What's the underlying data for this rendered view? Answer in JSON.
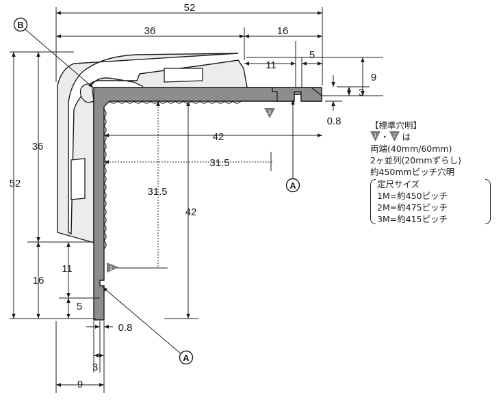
{
  "dimensions": {
    "top_overall": "52",
    "top_36": "36",
    "top_16": "16",
    "top_11": "11",
    "top_5": "5",
    "right_9": "9",
    "right_3": "3",
    "right_08": "0.8",
    "horiz_42": "42",
    "horiz_315": "31.5",
    "vert_315": "31.5",
    "vert_42": "42",
    "left_52": "52",
    "left_36": "36",
    "left_16": "16",
    "left_11": "11",
    "left_5": "5",
    "bottom_08": "0.8",
    "bottom_3": "3",
    "bottom_9": "9"
  },
  "callouts": {
    "a_top": "A",
    "a_bottom": "A",
    "b": "B",
    "marker_1": "1",
    "marker_2": "2"
  },
  "note": {
    "heading": "【標準穴明】",
    "marker_1": "1",
    "marker_2": "2",
    "connector": "・",
    "connector_suffix": "は",
    "line_2": "両端(40mm/60mm)",
    "line_3": "2ヶ並列(20mmずらし)",
    "line_4": "約450mmピッチ穴明",
    "bracket_title": "定尺サイズ",
    "bracket_1": "1M=約450ピッチ",
    "bracket_2": "2M=約475ピッチ",
    "bracket_3": "3M=約415ピッチ"
  },
  "colors": {
    "profile_fill": "#8d8d8d",
    "cover_fill": "#ececec",
    "line": "#1a1a1a",
    "marker_fill": "#7a7a7a"
  }
}
